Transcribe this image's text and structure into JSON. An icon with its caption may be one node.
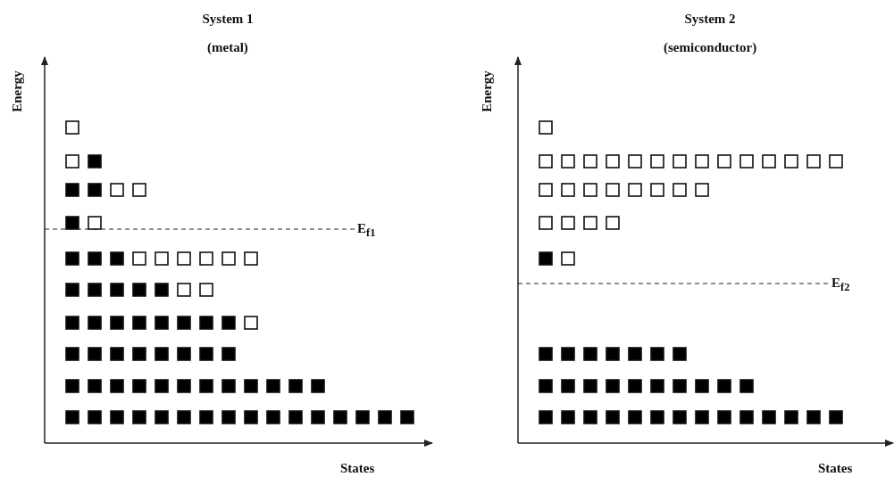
{
  "diagram": {
    "labels": [
      "System 1",
      "(metal)",
      "Energy",
      "E$_{f1}$",
      "States",
      "System 2",
      "(semiconductor)",
      "Energy",
      "E$_{f2}$",
      "States"
    ]
  }
}
